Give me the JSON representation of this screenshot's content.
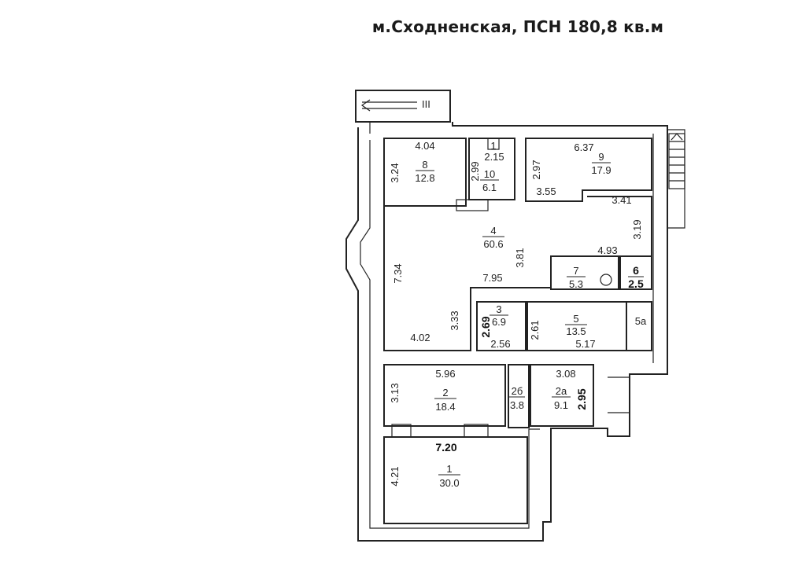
{
  "title": "м.Сходненская, ПСН 180,8 кв.м",
  "stair_label": "III",
  "stair_small_label": "1",
  "rooms": [
    {
      "id": "8",
      "area": "12.8"
    },
    {
      "id": "10",
      "area": "6.1"
    },
    {
      "id": "9",
      "area": "17.9"
    },
    {
      "id": "4",
      "area": "60.6"
    },
    {
      "id": "7",
      "area": "5.3"
    },
    {
      "id": "6",
      "area": "2.5"
    },
    {
      "id": "3",
      "area": "6.9"
    },
    {
      "id": "5",
      "area": "13.5"
    },
    {
      "id": "5а",
      "area": ""
    },
    {
      "id": "2",
      "area": "18.4"
    },
    {
      "id": "2б",
      "area": "3.8"
    },
    {
      "id": "2а",
      "area": "9.1"
    },
    {
      "id": "1",
      "area": "30.0"
    }
  ],
  "dimensions": [
    "4.04",
    "3.24",
    "2.15",
    "2.99",
    "6.37",
    "2.97",
    "3.55",
    "3.41",
    "3.19",
    "4.93",
    "7.34",
    "3.81",
    "7.95",
    "3.33",
    "4.02",
    "2.69",
    "2.56",
    "2.61",
    "5.17",
    "5.96",
    "3.13",
    "3.08",
    "2.95",
    "7.20",
    "4.21"
  ]
}
